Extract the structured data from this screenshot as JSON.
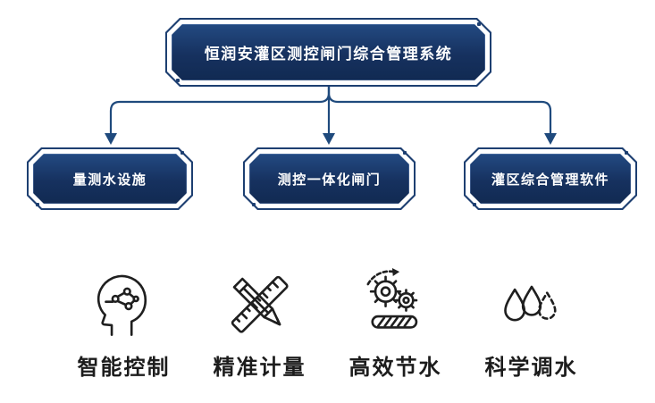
{
  "diagram": {
    "root": {
      "label": "恒润安灌区测控闸门综合管理系统"
    },
    "children": [
      {
        "label": "量测水设施"
      },
      {
        "label": "测控一体化闸门"
      },
      {
        "label": "灌区综合管理软件"
      }
    ]
  },
  "features": [
    {
      "icon": "head-circuit-icon",
      "label": "智能控制"
    },
    {
      "icon": "pencil-ruler-icon",
      "label": "精准计量"
    },
    {
      "icon": "gears-progress-icon",
      "label": "高效节水"
    },
    {
      "icon": "water-drops-icon",
      "label": "科学调水"
    }
  ],
  "colors": {
    "node_fill": "#16315f",
    "node_border": "#1d3f71",
    "node_text": "#ffffff",
    "connector": "#1f4a7d",
    "feature_text": "#1c1c1c",
    "icon_stroke": "#1f1f1f",
    "background": "#ffffff"
  }
}
